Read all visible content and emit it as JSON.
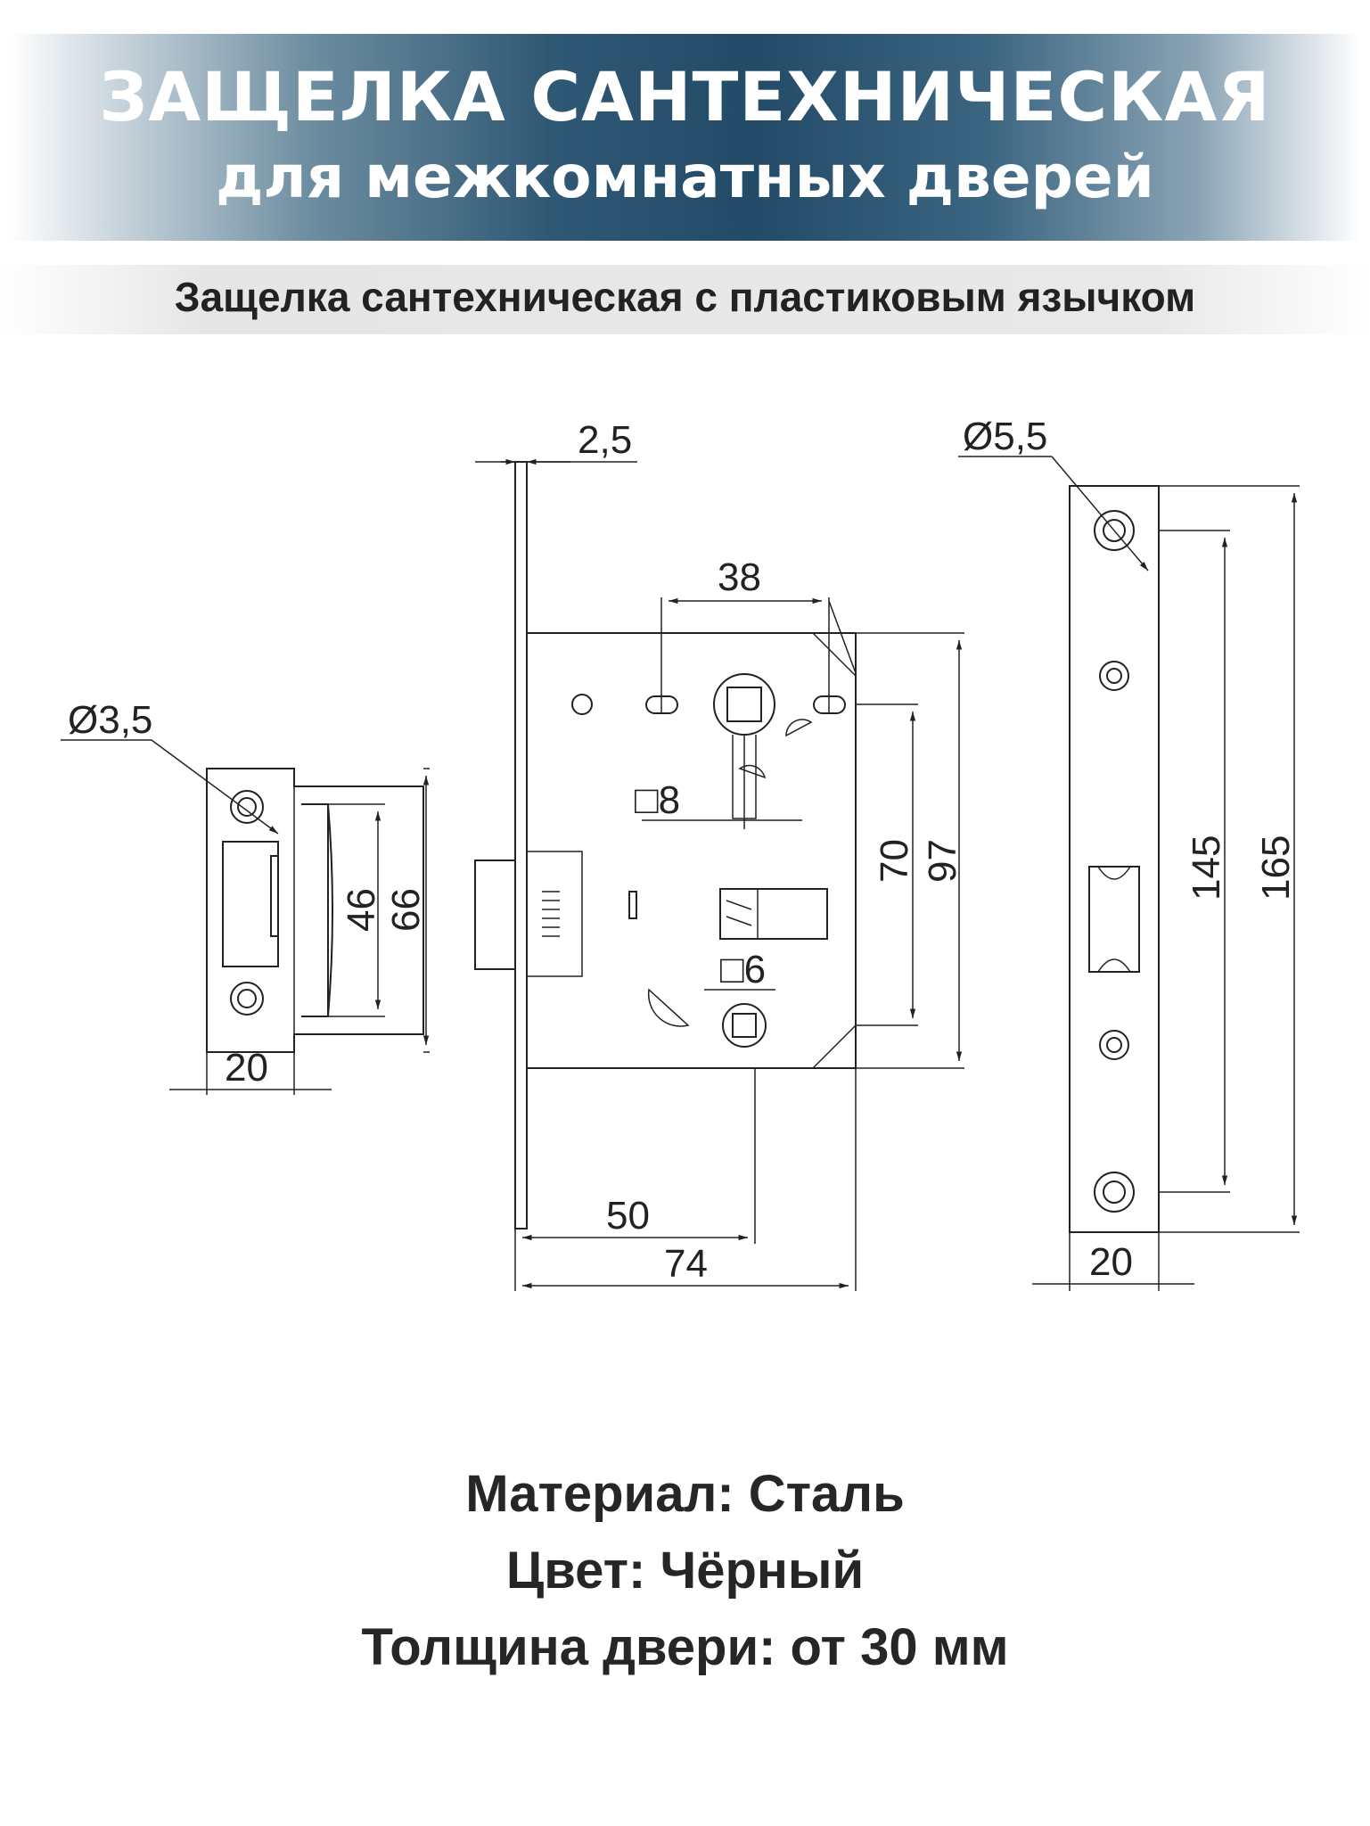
{
  "header": {
    "title": "ЗАЩЕЛКА САНТЕХНИЧЕСКАЯ",
    "subtitle": "для межкомнатных дверей"
  },
  "description": "Защелка сантехническая с пластиковым язычком",
  "dimensions": {
    "faceplate_thickness": "2,5",
    "strike_hole_diameter": "Ø3,5",
    "strike_inner_height": "46",
    "strike_height": "66",
    "strike_width": "20",
    "spindle_distance": "38",
    "square_spindle": "□8",
    "square_thumbturn": "□6",
    "center_distance": "70",
    "case_height": "97",
    "backset": "50",
    "case_depth": "74",
    "faceplate_hole_diameter": "Ø5,5",
    "faceplate_hole_distance": "145",
    "faceplate_height": "165",
    "faceplate_width": "20"
  },
  "specs": {
    "material": "Материал: Сталь",
    "color": "Цвет: Чёрный",
    "door_thickness": "Толщина двери: от 30 мм"
  },
  "colors": {
    "banner_dark": "#234b68",
    "text_dark": "#222222"
  }
}
